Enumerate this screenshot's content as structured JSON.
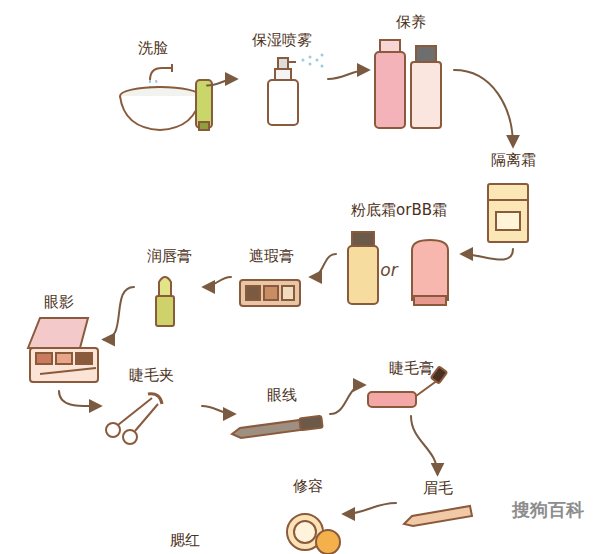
{
  "diagram": {
    "nodes": [
      {
        "text": [
          "洗脸"
        ]
      },
      {
        "text": [
          "保湿喷雾"
        ]
      },
      {
        "text": [
          "保养"
        ]
      },
      {
        "text": [
          "隔离霜"
        ]
      },
      {
        "text": [
          "粉底霜orBB霜"
        ]
      },
      {
        "text": [
          "遮瑕膏"
        ]
      },
      {
        "text": [
          "润唇膏"
        ]
      },
      {
        "text": [
          "眼影"
        ]
      },
      {
        "text": [
          "睫毛夹"
        ]
      },
      {
        "text": [
          "眼线"
        ]
      },
      {
        "text": [
          "睫毛膏"
        ]
      },
      {
        "text": [
          "眉毛"
        ]
      },
      {
        "text": [
          "修容"
        ]
      },
      {
        "text": [
          "腮红"
        ]
      }
    ],
    "edges": [
      {
        "from": 0,
        "to": 1,
        "arrow": "to"
      },
      {
        "from": 1,
        "to": 2,
        "arrow": "to"
      },
      {
        "from": 2,
        "to": 3,
        "arrow": "to"
      },
      {
        "from": 3,
        "to": 4,
        "arrow": "to"
      },
      {
        "from": 4,
        "to": 5,
        "arrow": "to"
      },
      {
        "from": 5,
        "to": 6,
        "arrow": "to"
      },
      {
        "from": 6,
        "to": 7,
        "arrow": "to"
      },
      {
        "from": 7,
        "to": 8,
        "arrow": "to"
      },
      {
        "from": 8,
        "to": 9,
        "arrow": "to"
      },
      {
        "from": 9,
        "to": 10,
        "arrow": "to"
      },
      {
        "from": 10,
        "to": 11,
        "arrow": "to"
      },
      {
        "from": 11,
        "to": 12,
        "arrow": "to"
      }
    ],
    "labels": [
      "or",
      "搜狗百科"
    ]
  }
}
